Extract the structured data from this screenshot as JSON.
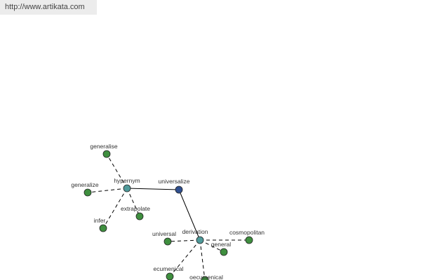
{
  "watermark": {
    "url": "http://www.artikata.com"
  },
  "graph": {
    "colors": {
      "center": "#2f4f8f",
      "hub": "#4f9a9a",
      "leaf": "#3f8f3f",
      "edge": "#000000"
    },
    "center": {
      "label": "universalize"
    },
    "hubs": [
      {
        "id": "hypernym",
        "label": "hypernym"
      },
      {
        "id": "derivation",
        "label": "derivation"
      }
    ],
    "leaves": [
      {
        "label": "generalise",
        "hub": "hypernym"
      },
      {
        "label": "generalize",
        "hub": "hypernym"
      },
      {
        "label": "extrapolate",
        "hub": "hypernym"
      },
      {
        "label": "infer",
        "hub": "hypernym"
      },
      {
        "label": "universal",
        "hub": "derivation"
      },
      {
        "label": "cosmopolitan",
        "hub": "derivation"
      },
      {
        "label": "general",
        "hub": "derivation"
      },
      {
        "label": "ecumenical",
        "hub": "derivation"
      },
      {
        "label": "oecumenical",
        "hub": "derivation"
      }
    ]
  }
}
